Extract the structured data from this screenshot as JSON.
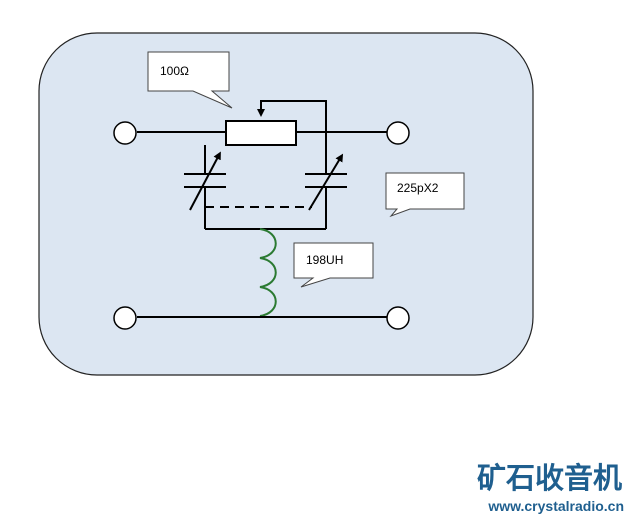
{
  "labels": {
    "resistor": "100Ω",
    "capacitor": "225pX2",
    "inductor": "198UH"
  },
  "brand": {
    "name_cn": "矿石收音机",
    "url": "www.crystalradio.cn"
  },
  "colors": {
    "panel_fill": "#dce6f2",
    "panel_stroke": "#222222",
    "wire": "#000000",
    "inductor": "#2b7a32",
    "brand": "#1f5f8f"
  }
}
